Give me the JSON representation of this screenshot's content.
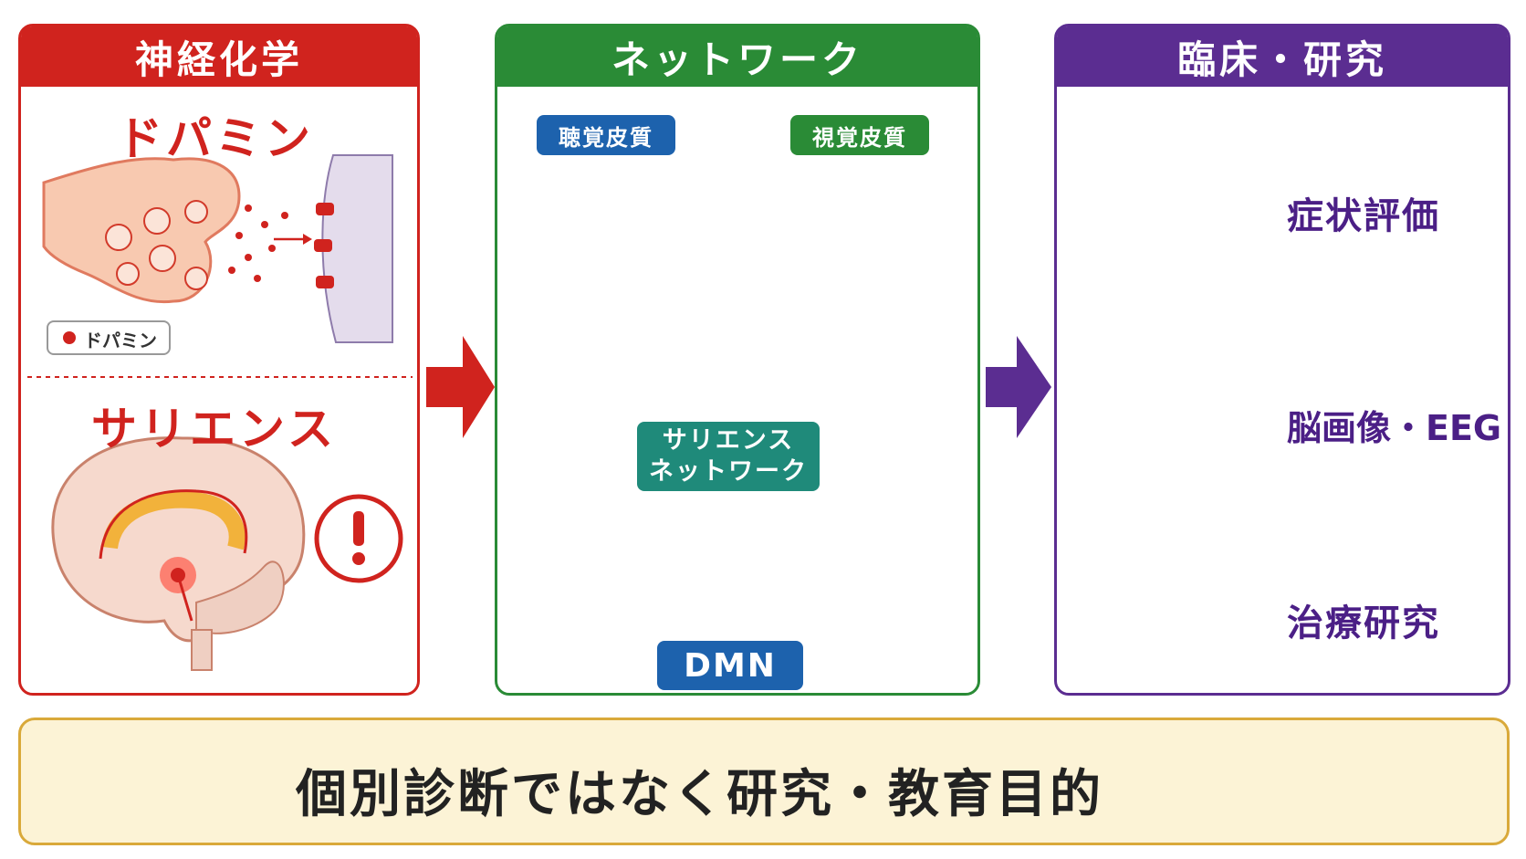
{
  "panels": {
    "neuro": {
      "title": "神経化学",
      "dopamine_heading": "ドパミン",
      "legend_label": "ドパミン",
      "salience_heading": "サリエンス",
      "colors": {
        "accent": "#d0231e"
      }
    },
    "network": {
      "title": "ネットワーク",
      "auditory_label": "聴覚皮質",
      "visual_label": "視覚皮質",
      "salience_network_line1": "サリエンス",
      "salience_network_line2": "ネットワーク",
      "dmn_label": "DMN",
      "colors": {
        "accent": "#2a8b36",
        "blue": "#1d62ad",
        "teal": "#1f8a7a"
      }
    },
    "clinical": {
      "title": "臨床・研究",
      "items": [
        {
          "label": "症状評価",
          "icon": "clipboard-person-icon"
        },
        {
          "label": "脳画像・EEG",
          "icon": "brain-scan-monitor-icon"
        },
        {
          "label": "治療研究",
          "icon": "microscope-capsule-icon"
        }
      ],
      "colors": {
        "accent": "#5b2d91"
      }
    }
  },
  "warning": {
    "text": "個別診断ではなく研究・教育目的",
    "icon": "warning-triangle-icon"
  }
}
